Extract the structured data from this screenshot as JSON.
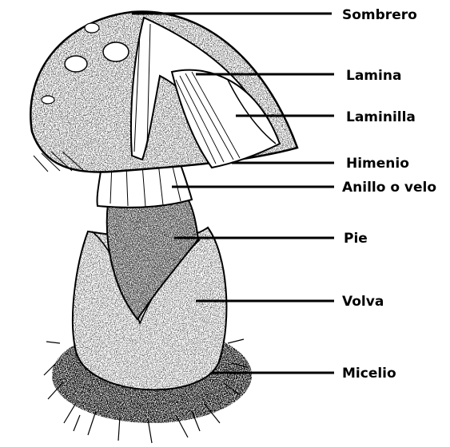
{
  "labels": {
    "sombrero": "Sombrero",
    "lamina": "Lamina",
    "laminilla": "Laminilla",
    "himenio": "Himenio",
    "anillo": "Anillo o velo",
    "pie": "Pie",
    "volva": "Volva",
    "micelio": "Micelio"
  },
  "colors": {
    "ink": "#000000",
    "paper": "#ffffff",
    "shade": "#6b6b6b"
  }
}
